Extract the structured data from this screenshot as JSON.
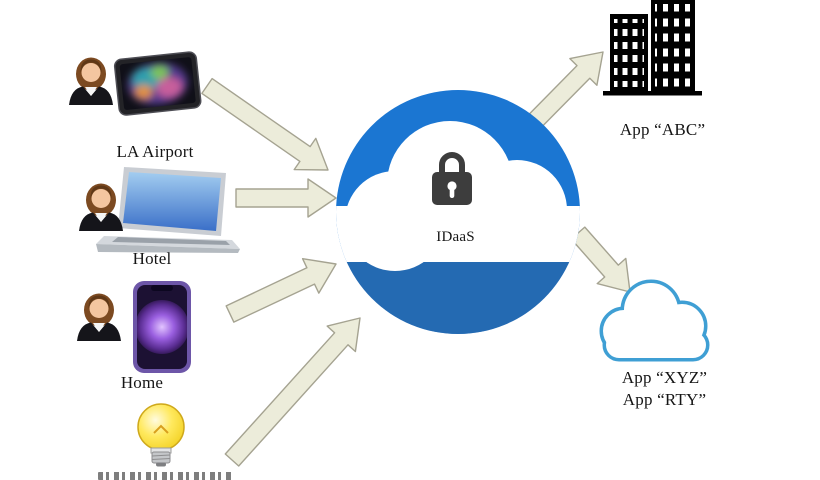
{
  "diagram": {
    "center": {
      "label": "IDaaS",
      "icon": "secure-cloud-icon"
    },
    "sources": [
      {
        "label": "LA Airport",
        "person_icon": "businesswoman-icon",
        "device_icon": "tablet-icon"
      },
      {
        "label": "Hotel",
        "person_icon": "businesswoman-icon",
        "device_icon": "laptop-icon"
      },
      {
        "label": "Home",
        "person_icon": "businesswoman-icon",
        "device_icon": "smartphone-icon"
      },
      {
        "label": "",
        "device_icon": "lightbulb-icon"
      }
    ],
    "targets": [
      {
        "label": "App “ABC”",
        "icon": "office-buildings-icon"
      },
      {
        "labels": [
          "App “XYZ”",
          "App “RTY”"
        ],
        "icon": "cloud-outline-icon"
      }
    ],
    "colors": {
      "center_circle": "#1b76d2",
      "arrow_fill": "#ececda",
      "arrow_stroke": "#a5a391",
      "right_cloud_outline": "#3f9fd4",
      "lock": "#3d3d3d",
      "text": "#151515"
    }
  }
}
